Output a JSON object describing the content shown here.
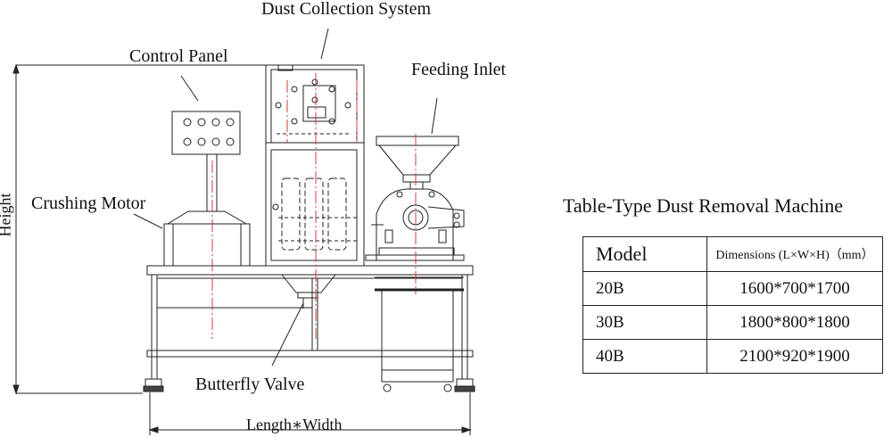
{
  "labels": {
    "dust_collection": "Dust Collection System",
    "control_panel": "Control Panel",
    "feeding_inlet": "Feeding Inlet",
    "crushing_motor": "Crushing Motor",
    "butterfly_valve": "Butterfly Valve",
    "height": "Height",
    "length_width": "Length∗Width"
  },
  "spec": {
    "title": "Table-Type Dust Removal Machine",
    "headers": [
      "Model",
      "Dimensions (L×W×H)（mm）"
    ],
    "rows": [
      [
        "20B",
        "1600*700*1700"
      ],
      [
        "30B",
        "1800*800*1800"
      ],
      [
        "40B",
        "2100*920*1900"
      ]
    ]
  }
}
